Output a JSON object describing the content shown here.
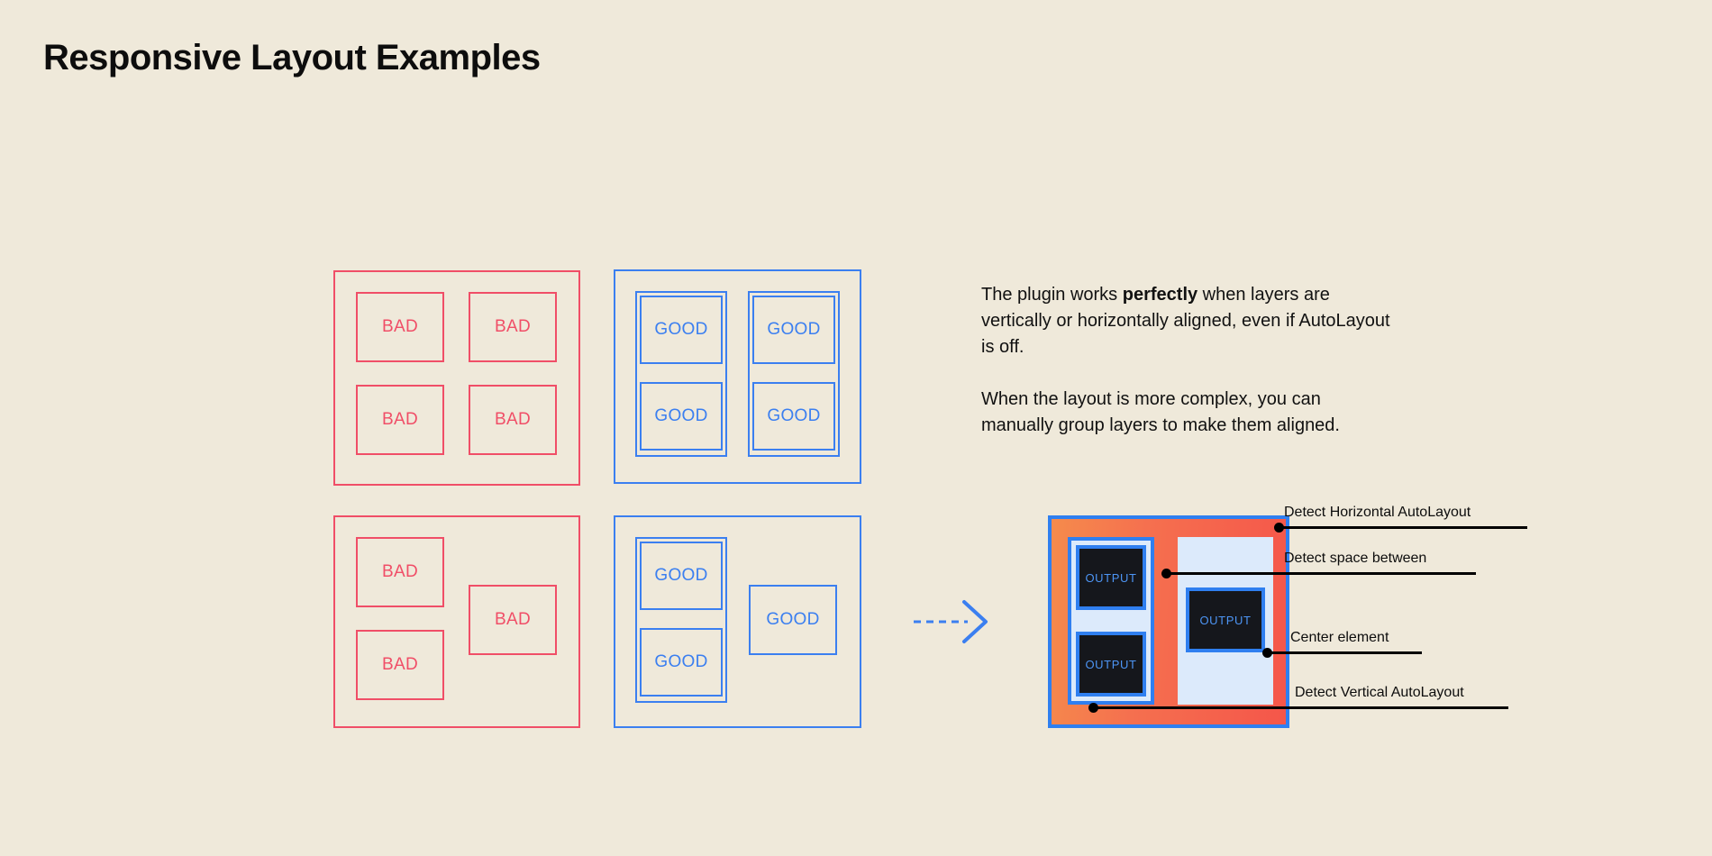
{
  "page": {
    "title": "Responsive Layout Examples",
    "background_color": "#efe9da",
    "bad_color": "#f04e67",
    "good_color": "#3b7ff0",
    "accent_orange": "#f58b4c",
    "accent_red": "#f5564a"
  },
  "panels": {
    "bad_grid": {
      "name": "bad-grid-panel",
      "cells": [
        {
          "label": "BAD"
        },
        {
          "label": "BAD"
        },
        {
          "label": "BAD"
        },
        {
          "label": "BAD"
        }
      ]
    },
    "good_grid": {
      "name": "good-grid-panel",
      "cells": [
        {
          "label": "GOOD"
        },
        {
          "label": "GOOD"
        },
        {
          "label": "GOOD"
        },
        {
          "label": "GOOD"
        }
      ]
    },
    "bad_complex": {
      "name": "bad-complex-panel",
      "cells": [
        {
          "label": "BAD"
        },
        {
          "label": "BAD"
        },
        {
          "label": "BAD"
        }
      ]
    },
    "good_complex": {
      "name": "good-complex-panel",
      "cells": [
        {
          "label": "GOOD"
        },
        {
          "label": "GOOD"
        },
        {
          "label": "GOOD"
        }
      ]
    }
  },
  "description": {
    "paragraph1_part1": "The plugin works ",
    "paragraph1_bold": "perfectly",
    "paragraph1_part2": " when layers are vertically or horizontally aligned, even if AutoLayout is off.",
    "paragraph2": "When the layout is more complex, you can manually group layers to make them aligned."
  },
  "output_diagram": {
    "boxes": [
      {
        "label": "OUTPUT"
      },
      {
        "label": "OUTPUT"
      },
      {
        "label": "OUTPUT"
      }
    ],
    "annotations": [
      {
        "label": "Detect Horizontal AutoLayout"
      },
      {
        "label": "Detect space between"
      },
      {
        "label": "Center element"
      },
      {
        "label": "Detect Vertical AutoLayout"
      }
    ]
  }
}
